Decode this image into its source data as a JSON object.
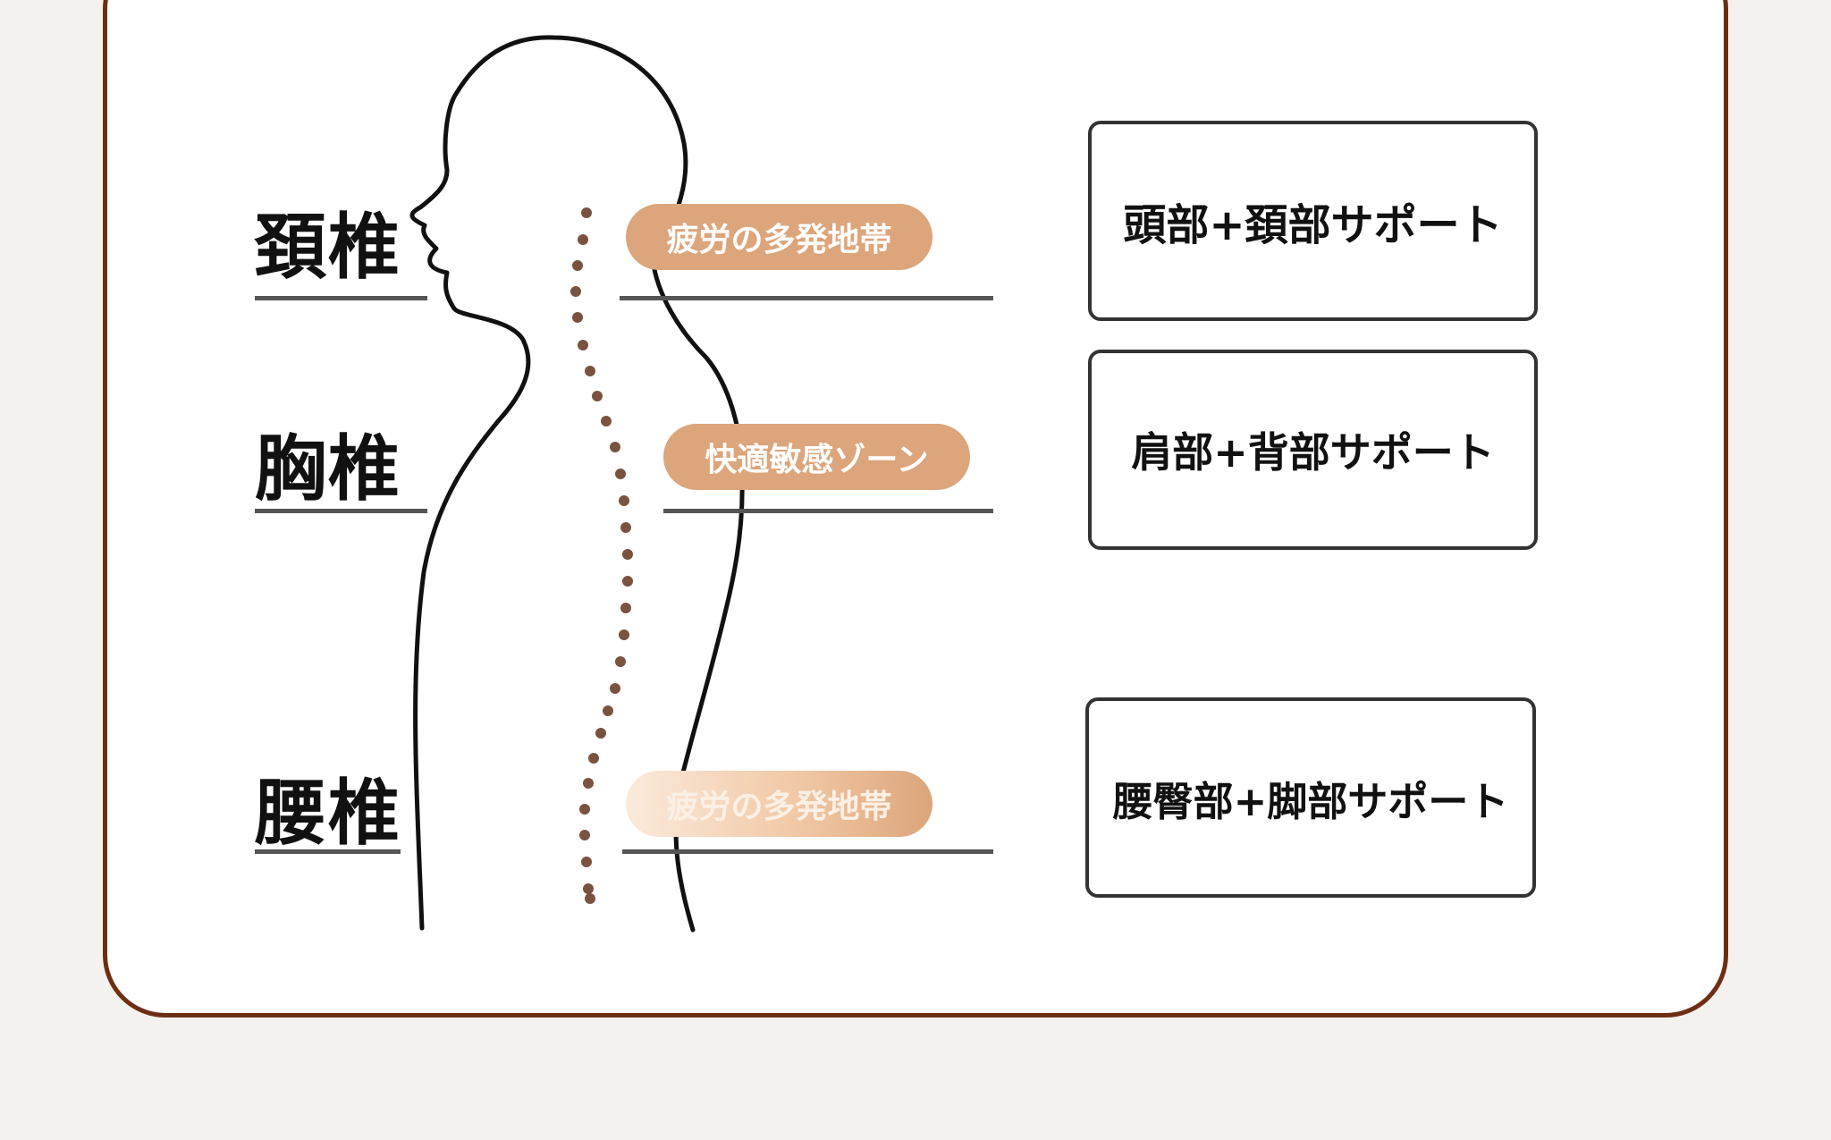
{
  "regions": [
    {
      "label": "頚椎",
      "zone": "疲労の多発地帯",
      "support": "頭部+頚部サポート"
    },
    {
      "label": "胸椎",
      "zone": "快適敏感ゾーン",
      "support": "肩部+背部サポート"
    },
    {
      "label": "腰椎",
      "zone": "疲労の多発地帯",
      "support": "腰臀部+脚部サポート"
    }
  ],
  "colors": {
    "card_border": "#6e2e13",
    "pill": "#dca57b",
    "spine_dots": "#7a5340",
    "outline": "#111111"
  }
}
